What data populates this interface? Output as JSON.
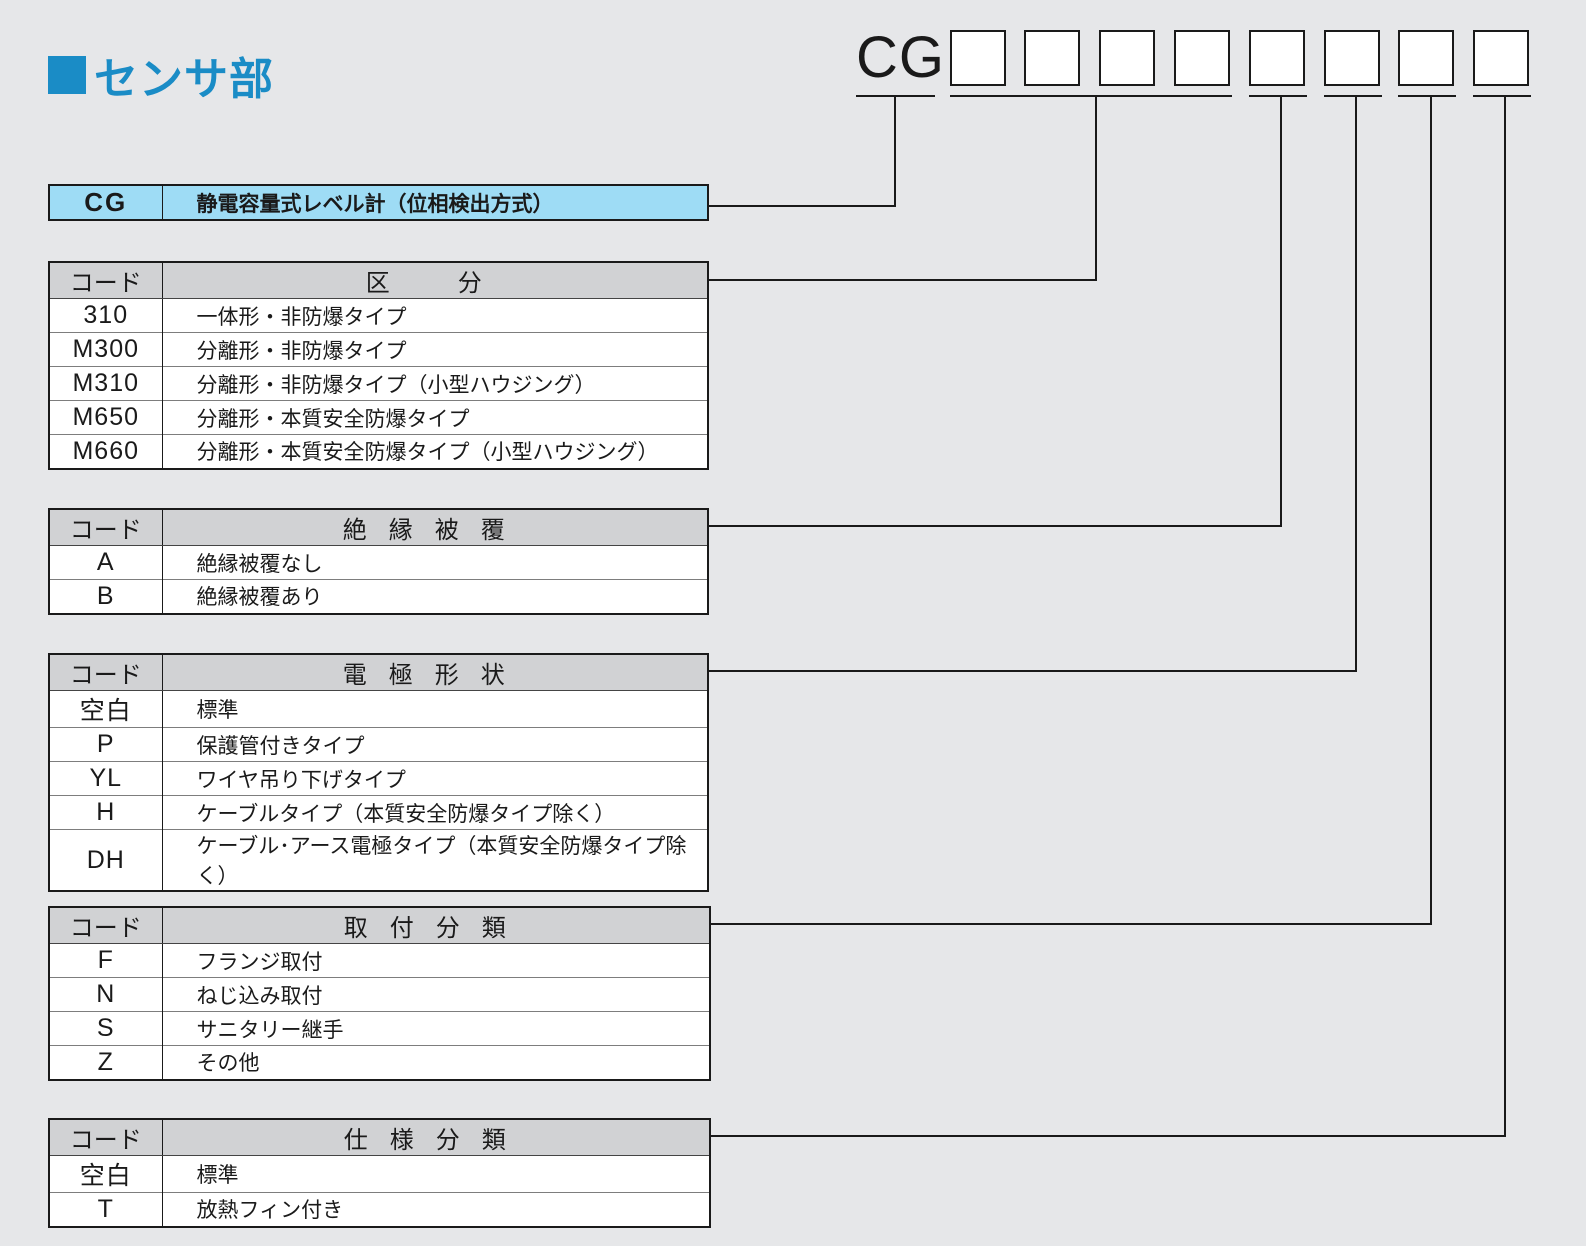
{
  "section_title": "センサ部",
  "model_code": {
    "prefix": "CG",
    "slot_count": 8
  },
  "cg_row": {
    "code": "CG",
    "description": "静電容量式レベル計（位相検出方式）"
  },
  "tables": [
    {
      "header": {
        "code": "コード",
        "title": "区　分"
      },
      "rows": [
        {
          "code": "310",
          "description": "一体形・非防爆タイプ"
        },
        {
          "code": "M300",
          "description": "分離形・非防爆タイプ"
        },
        {
          "code": "M310",
          "description": "分離形・非防爆タイプ（小型ハウジング）"
        },
        {
          "code": "M650",
          "description": "分離形・本質安全防爆タイプ"
        },
        {
          "code": "M660",
          "description": "分離形・本質安全防爆タイプ（小型ハウジング）"
        }
      ]
    },
    {
      "header": {
        "code": "コード",
        "title": "絶縁被覆"
      },
      "rows": [
        {
          "code": "A",
          "description": "絶縁被覆なし"
        },
        {
          "code": "B",
          "description": "絶縁被覆あり"
        }
      ]
    },
    {
      "header": {
        "code": "コード",
        "title": "電極形状"
      },
      "rows": [
        {
          "code": "空白",
          "description": "標準"
        },
        {
          "code": "P",
          "description": "保護管付きタイプ"
        },
        {
          "code": "YL",
          "description": "ワイヤ吊り下げタイプ"
        },
        {
          "code": "H",
          "description": "ケーブルタイプ（本質安全防爆タイプ除く）"
        },
        {
          "code": "DH",
          "description": "ケーブル･アース電極タイプ（本質安全防爆タイプ除く）"
        }
      ]
    },
    {
      "header": {
        "code": "コード",
        "title": "取付分類"
      },
      "rows": [
        {
          "code": "F",
          "description": "フランジ取付"
        },
        {
          "code": "N",
          "description": "ねじ込み取付"
        },
        {
          "code": "S",
          "description": "サニタリー継手"
        },
        {
          "code": "Z",
          "description": "その他"
        }
      ]
    },
    {
      "header": {
        "code": "コード",
        "title": "仕様分類"
      },
      "rows": [
        {
          "code": "空白",
          "description": "標準"
        },
        {
          "code": "T",
          "description": "放熱フィン付き"
        }
      ]
    }
  ],
  "colors": {
    "accent": "#1a8cc6",
    "cg_row_bg": "#9edcf5",
    "header_bg": "#d1d2d4",
    "page_bg": "#e6e7e9"
  }
}
